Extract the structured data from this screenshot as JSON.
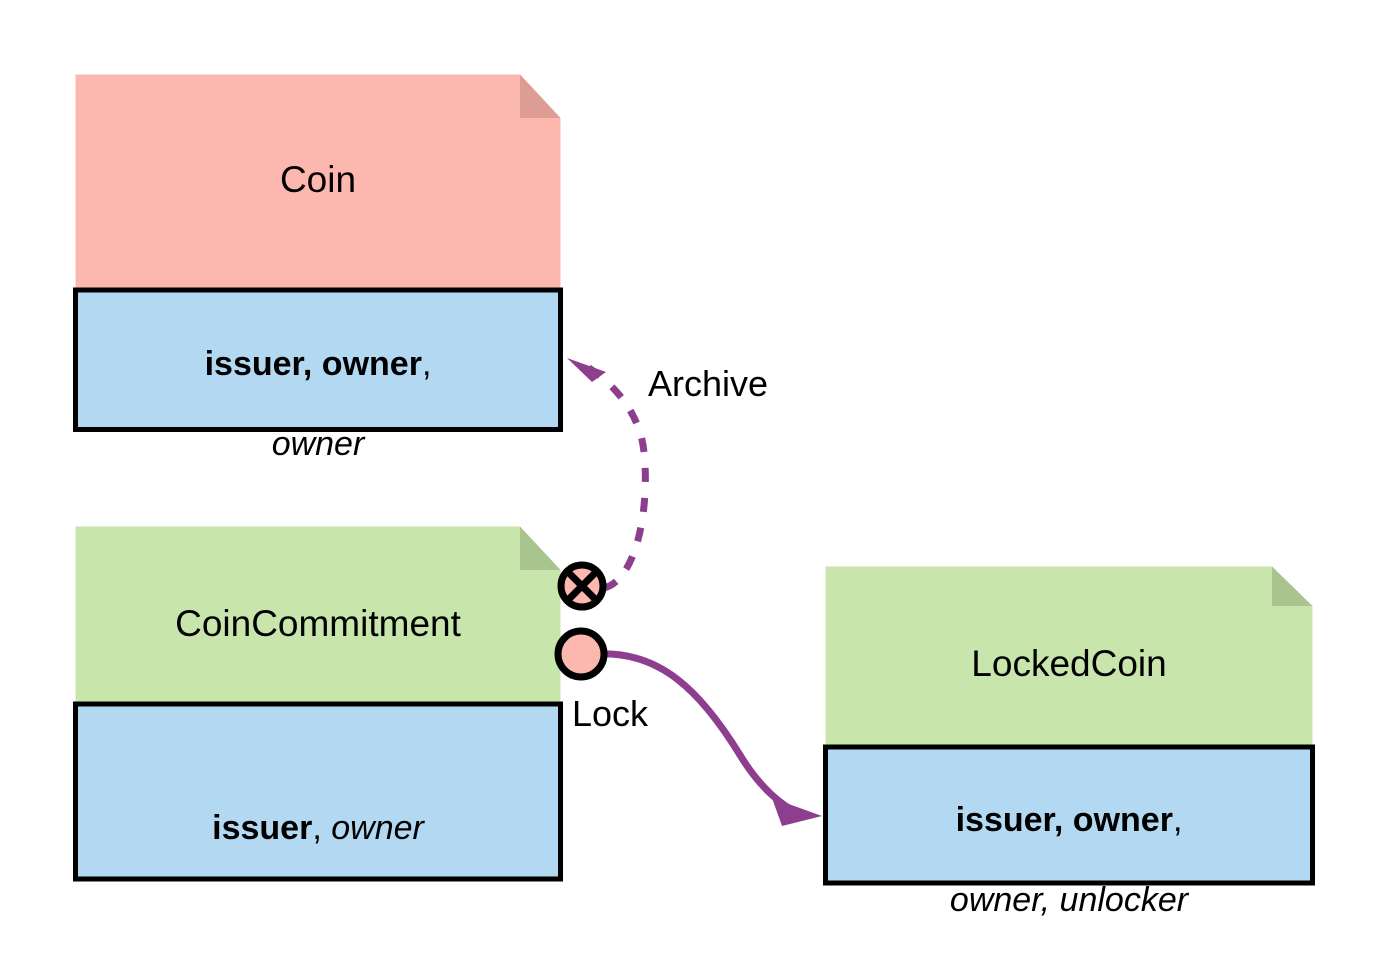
{
  "diagram": {
    "type": "uml-object-flow",
    "background": "#ffffff",
    "palette": {
      "pink_fill": "#fcb8ae",
      "pink_fold": "#dd9d94",
      "green_fill": "#c8e6ac",
      "green_fold": "#a9c48f",
      "blue_fill": "#b3d9f2",
      "stroke": "#000000",
      "connector": "#8e3e8e",
      "pin_fill": "#fcb8ae"
    },
    "nodes": [
      {
        "id": "coin",
        "title": "Coin",
        "header_color": "#fcb8ae",
        "attributes_line1_bold": "issuer, owner",
        "attributes_line1_plain": ",",
        "attributes_line2_italic": "owner",
        "attributes_color": "#b3d9f2"
      },
      {
        "id": "coin-commitment",
        "title": "CoinCommitment",
        "header_color": "#c8e6ac",
        "attributes_line1_bold": "issuer",
        "attributes_line1_plain": ", ",
        "attributes_line1_italic": "owner",
        "attributes_color": "#b3d9f2"
      },
      {
        "id": "locked-coin",
        "title": "LockedCoin",
        "header_color": "#c8e6ac",
        "attributes_line1_bold": "issuer, owner",
        "attributes_line1_plain": ",",
        "attributes_line2_italic": "owner, unlocker",
        "attributes_color": "#b3d9f2"
      }
    ],
    "edges": [
      {
        "id": "archive-edge",
        "label": "Archive",
        "style": "dashed",
        "from": "coin-commitment-archive-pin",
        "to": "coin",
        "color": "#8e3e8e"
      },
      {
        "id": "lock-edge",
        "label": "Lock",
        "style": "solid",
        "from": "coin-commitment-lock-pin",
        "to": "locked-coin",
        "color": "#8e3e8e"
      }
    ],
    "pins": [
      {
        "id": "archive-pin",
        "glyph": "circle-x",
        "fill": "#fcb8ae"
      },
      {
        "id": "lock-pin",
        "glyph": "circle",
        "fill": "#fcb8ae"
      }
    ]
  }
}
